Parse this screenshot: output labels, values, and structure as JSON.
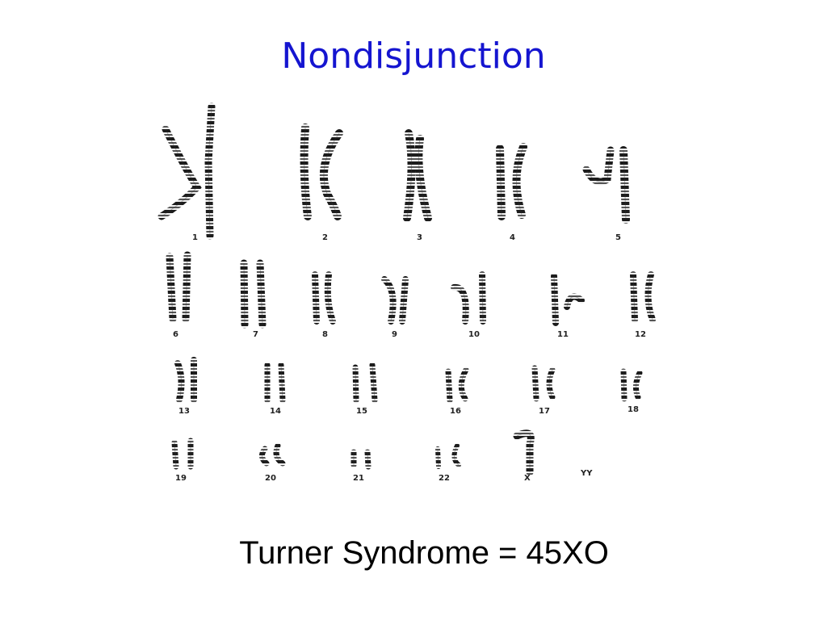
{
  "slide": {
    "title": "Nondisjunction",
    "caption": "Turner Syndrome = 45XO"
  },
  "karyotype": {
    "labels": [
      "1",
      "2",
      "3",
      "4",
      "5",
      "6",
      "7",
      "8",
      "9",
      "10",
      "11",
      "12",
      "13",
      "14",
      "15",
      "16",
      "17",
      "18",
      "19",
      "20",
      "21",
      "22",
      "X",
      "YY"
    ]
  }
}
